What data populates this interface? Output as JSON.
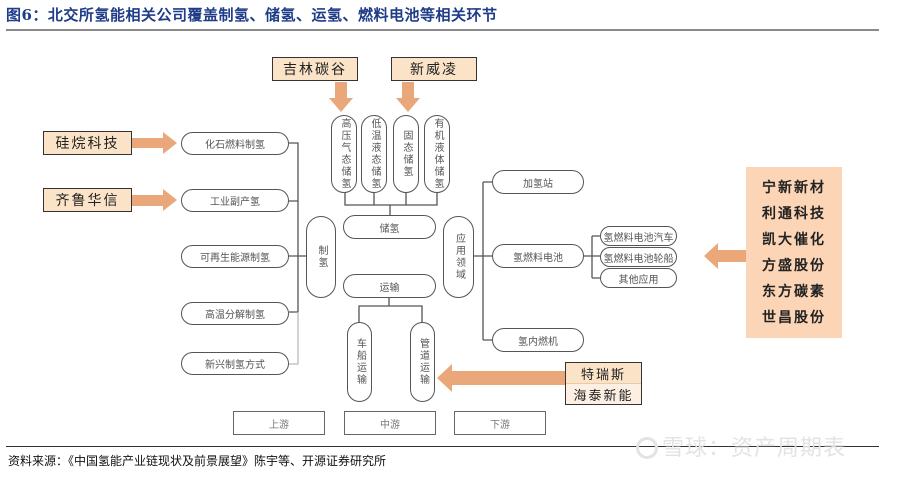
{
  "title": "图6：北交所氢能相关公司覆盖制氢、储氢、运氢、燃料电池等相关环节",
  "source": "资料来源：《中国氢能产业链现状及前景展望》陈宇等、开源证券研究所",
  "watermark": "雪球：资产周期表",
  "colors": {
    "title": "#1f3c88",
    "company_fill": "#fbe3c8",
    "stack_fill": "#fbd5b5",
    "arrow": "#eaa77a",
    "line": "#555555"
  },
  "production": {
    "hub": "制氢",
    "methods": [
      "化石燃料制氢",
      "工业副产氢",
      "可再生能源制氢",
      "高温分解制氢",
      "新兴制氢方式"
    ],
    "companies": [
      "硅烷科技",
      "齐鲁华信"
    ]
  },
  "storage": {
    "hub": "储氢",
    "methods": [
      "高压气态储氢",
      "低温液态储氢",
      "固态储氢",
      "有机液体储氢"
    ],
    "companies": [
      "吉林碳谷",
      "新威凌"
    ]
  },
  "transport": {
    "hub": "运输",
    "methods": [
      "车船运输",
      "管道运输"
    ],
    "companies": [
      "特瑞斯",
      "海泰新能"
    ]
  },
  "application": {
    "hub": "应用领域",
    "branches": [
      "加氢站",
      "氢燃料电池",
      "氢内燃机"
    ],
    "fuel_cell_uses": [
      "氢燃料电池汽车",
      "氢燃料电池轮船",
      "其他应用"
    ],
    "companies": [
      "宁新新材",
      "利通科技",
      "凯大催化",
      "方盛股份",
      "东方碳素",
      "世昌股份"
    ]
  },
  "stages": [
    "上游",
    "中游",
    "下游"
  ]
}
